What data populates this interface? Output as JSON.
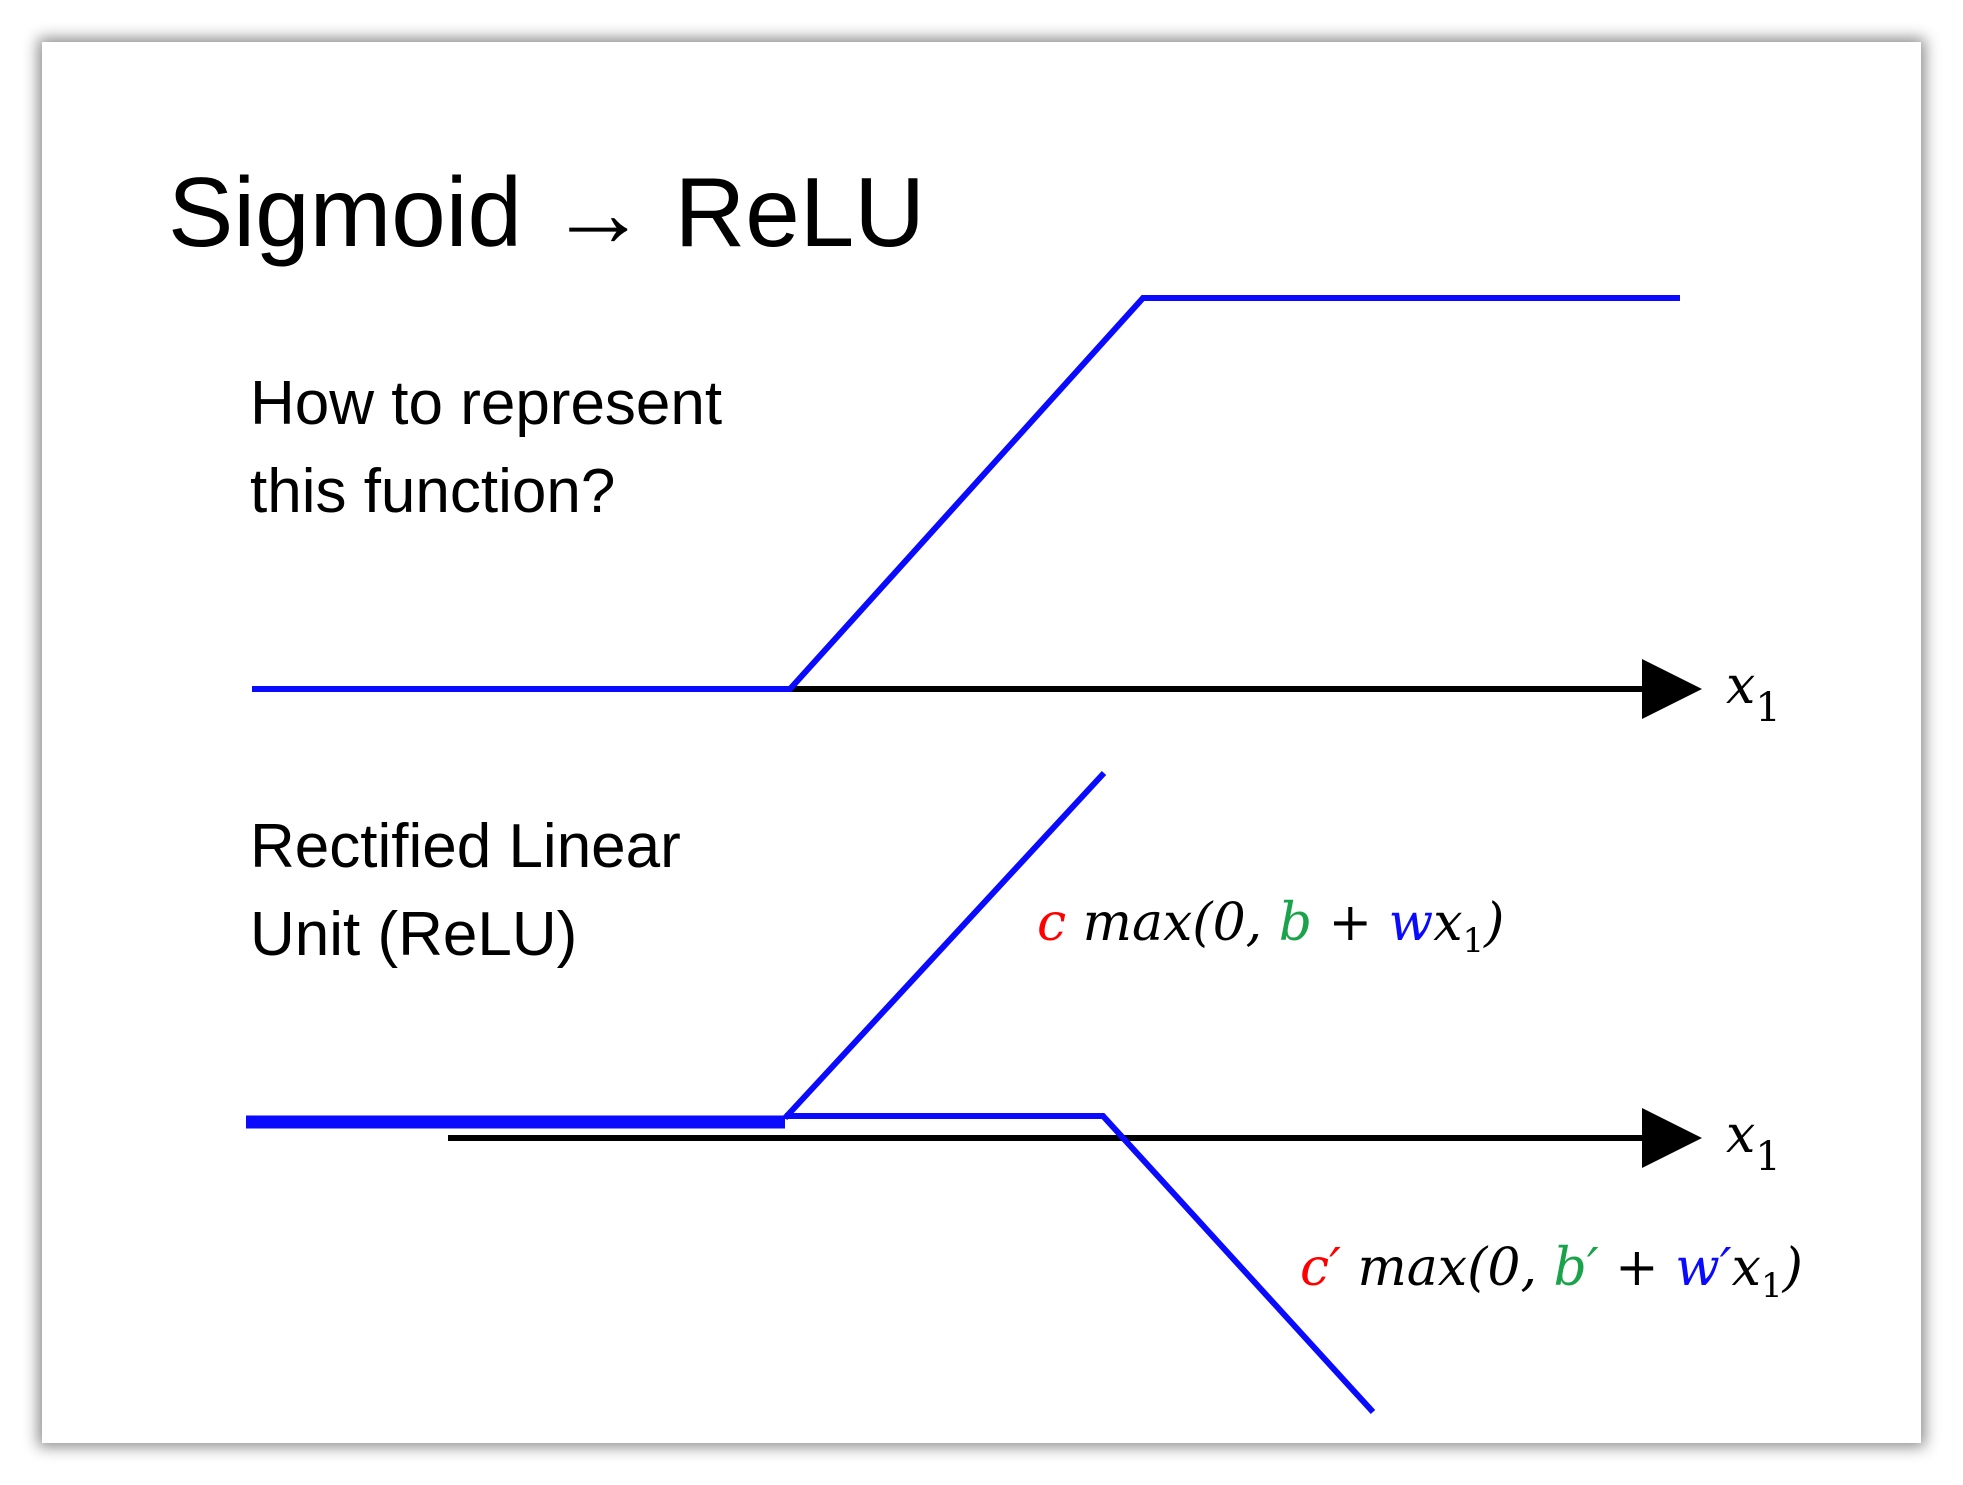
{
  "slide": {
    "title": "Sigmoid → ReLU",
    "question_line1": "How to represent",
    "question_line2": "this function?",
    "relu_line1": "Rectified Linear",
    "relu_line2": "Unit (ReLU)"
  },
  "axes": {
    "top_axis_label": "x",
    "top_axis_subscript": "1",
    "bottom_axis_label": "x",
    "bottom_axis_subscript": "1"
  },
  "formula_1": {
    "c": "c",
    "max_open": " max(0, ",
    "b": "b",
    "plus": " + ",
    "w": "w",
    "x": "x",
    "sub": "1",
    "close": ")"
  },
  "formula_2": {
    "c": "c′",
    "max_open": " max(0, ",
    "b": "b′",
    "plus": " + ",
    "w": "w′",
    "x": "x",
    "sub": "1",
    "close": ")"
  },
  "colors": {
    "curve": "#0a0aff",
    "axis": "#000000",
    "c": "#ff0000",
    "b": "#1aa34a",
    "w": "#0a0aff"
  }
}
